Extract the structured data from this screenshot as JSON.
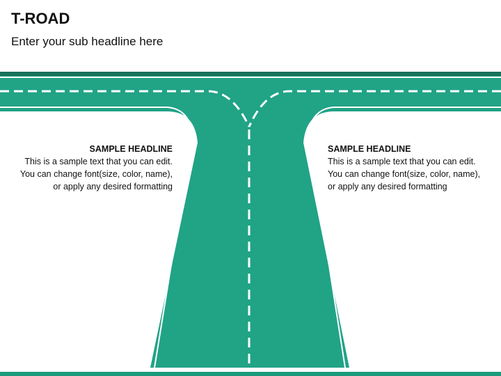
{
  "header": {
    "title": "T-ROAD",
    "subtitle": "Enter your sub headline here"
  },
  "blocks": {
    "left": {
      "headline": "SAMPLE HEADLINE",
      "line1": "This is a sample text that you can edit.",
      "line2": "You can change font(size, color, name),",
      "line3": "or apply any desired formatting"
    },
    "right": {
      "headline": "SAMPLE HEADLINE",
      "line1": "This is a sample text that you can edit.",
      "line2": "You can change font(size, color, name),",
      "line3": "or apply any desired formatting"
    }
  },
  "colors": {
    "road_dark": "#1b7f66",
    "road_light": "#21a386",
    "road_edge": "#17715b",
    "lane_marking": "#ffffff",
    "bottom_bar": "#1a9a7c"
  }
}
